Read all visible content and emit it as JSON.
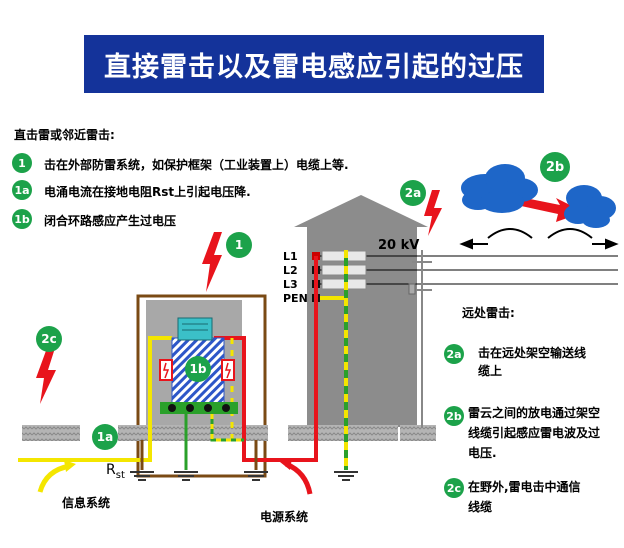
{
  "title": "直接雷击以及雷电感应引起的过压",
  "direct_heading": "直击雷或邻近雷击:",
  "direct_items": [
    {
      "badge": "1",
      "text": "击在外部防雷系统，如保护框架（工业装置上）电缆上等."
    },
    {
      "badge": "1a",
      "text": "电涌电流在接地电阻Rst上引起电压降."
    },
    {
      "badge": "1b",
      "text": "闭合环路感应产生过电压"
    }
  ],
  "remote_heading": "远处雷击:",
  "remote_items": [
    {
      "badge": "2a",
      "line1": "击在远处架空输送线",
      "line2": "缆上"
    },
    {
      "badge": "2b",
      "line1": "雷云之间的放电通过架空",
      "line2": "线缆引起感应雷电波及过",
      "line3": "电压."
    },
    {
      "badge": "2c",
      "line1": "在野外,雷电击中通信",
      "line2": "线缆"
    }
  ],
  "diagram": {
    "badge_1": "1",
    "badge_1a": "1a",
    "badge_1b": "1b",
    "badge_2a": "2a",
    "badge_2b": "2b",
    "badge_2c": "2c",
    "voltage": "20 kV",
    "lines": [
      "L1",
      "L2",
      "L3",
      "PEN"
    ],
    "rst_main": "R",
    "rst_sub": "st",
    "info_system": "信息系统",
    "power_system": "电源系统"
  },
  "colors": {
    "title_bg": "#14339a",
    "badge": "#1ca24a",
    "lightning": "#e8141c",
    "cloud": "#1e66c8",
    "frame": "#7a4a14",
    "yellow": "#f4e600",
    "red_wire": "#e8141c",
    "green_wire": "#2aa02a",
    "building": "#8c8c8c"
  }
}
